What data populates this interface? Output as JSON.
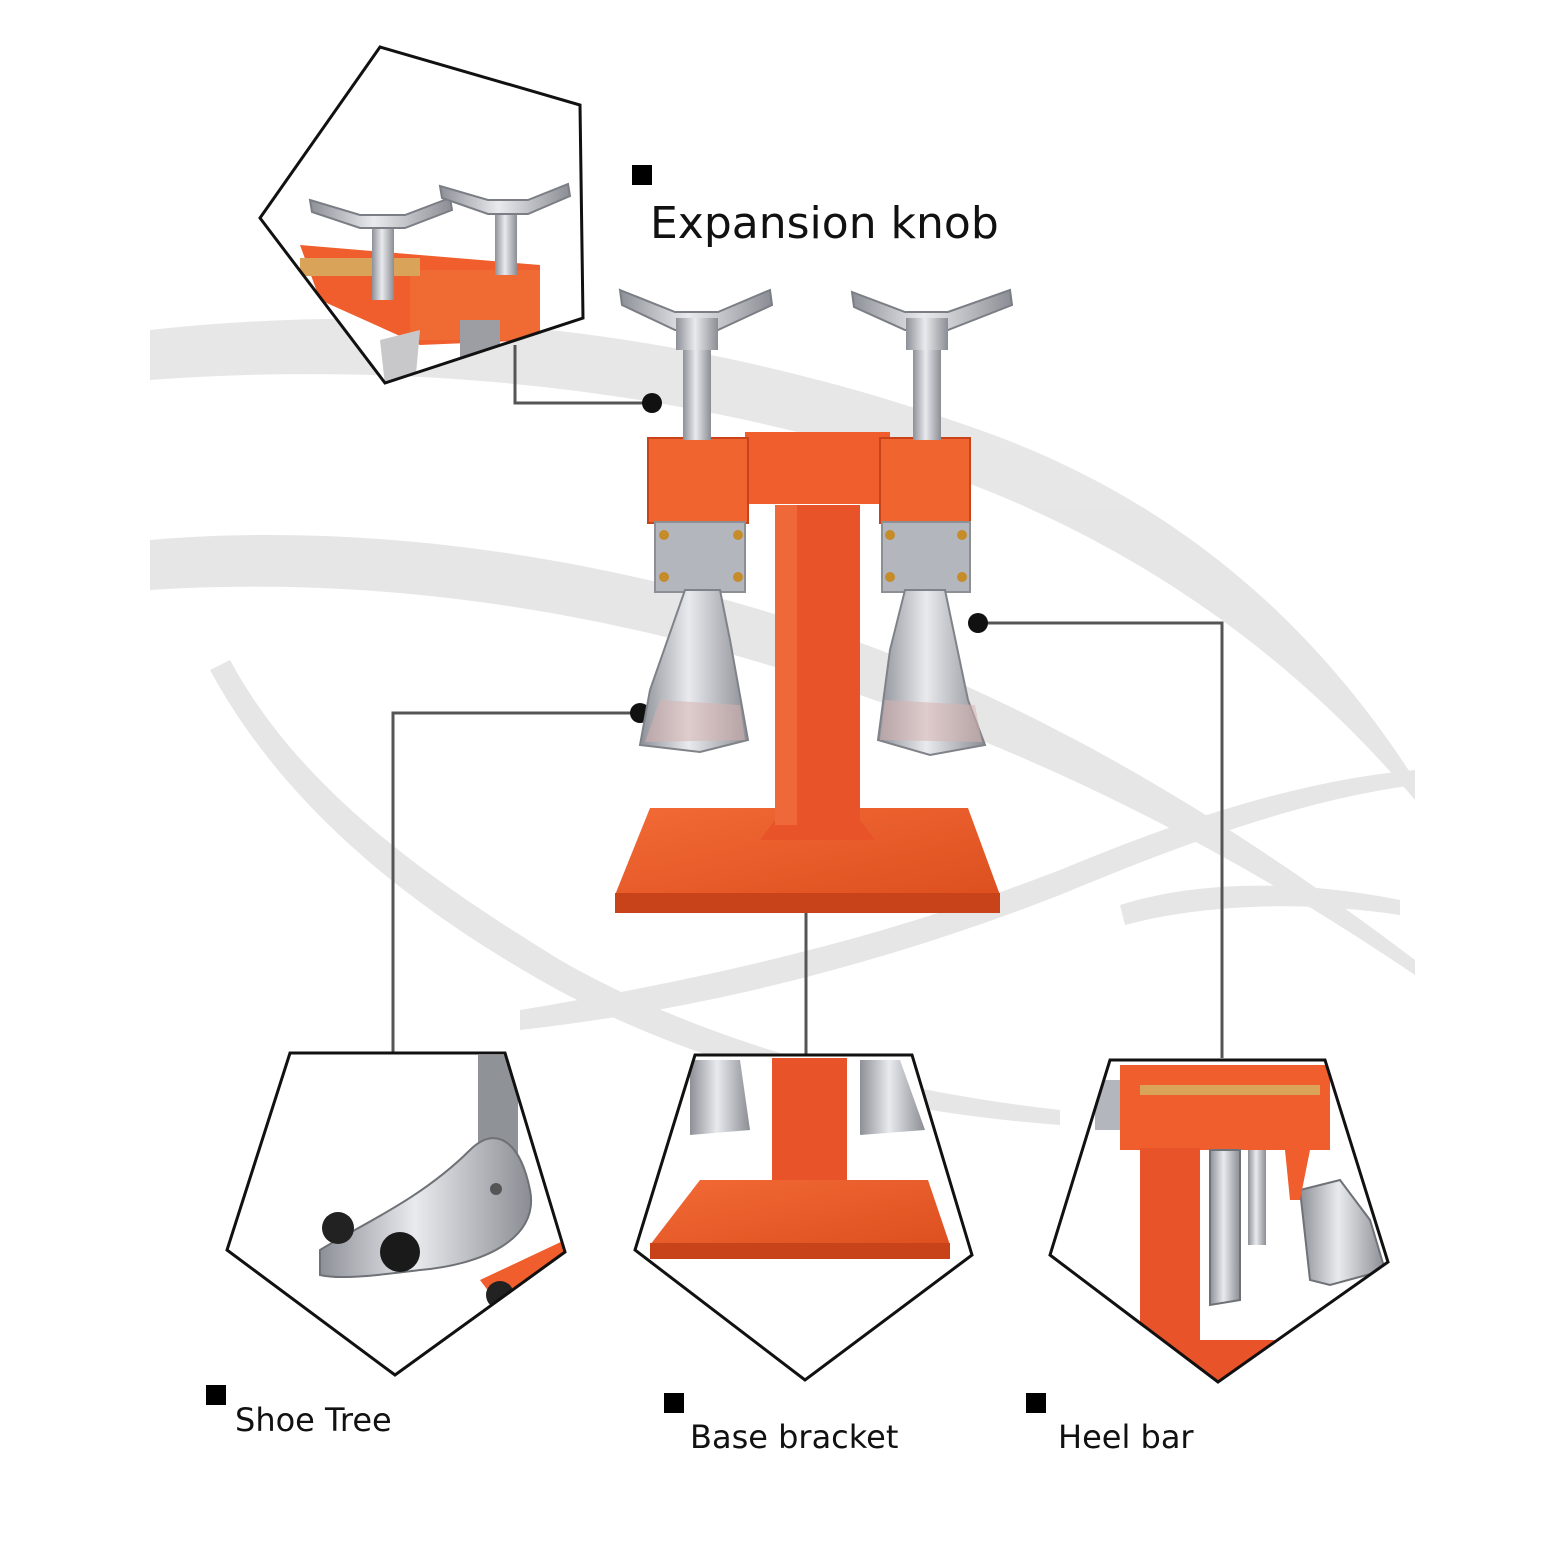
{
  "labels": {
    "expansion_knob": "Expansion knob",
    "shoe_tree": "Shoe Tree",
    "base_bracket": "Base bracket",
    "heel_bar": "Heel bar"
  },
  "colors": {
    "machine_orange": "#ee5a2a",
    "machine_orange_dark": "#c9431a",
    "metal_silver": "#b9bcc2",
    "background_swoosh": "#e6e6e6",
    "callout_line": "#555555",
    "text": "#111111"
  }
}
